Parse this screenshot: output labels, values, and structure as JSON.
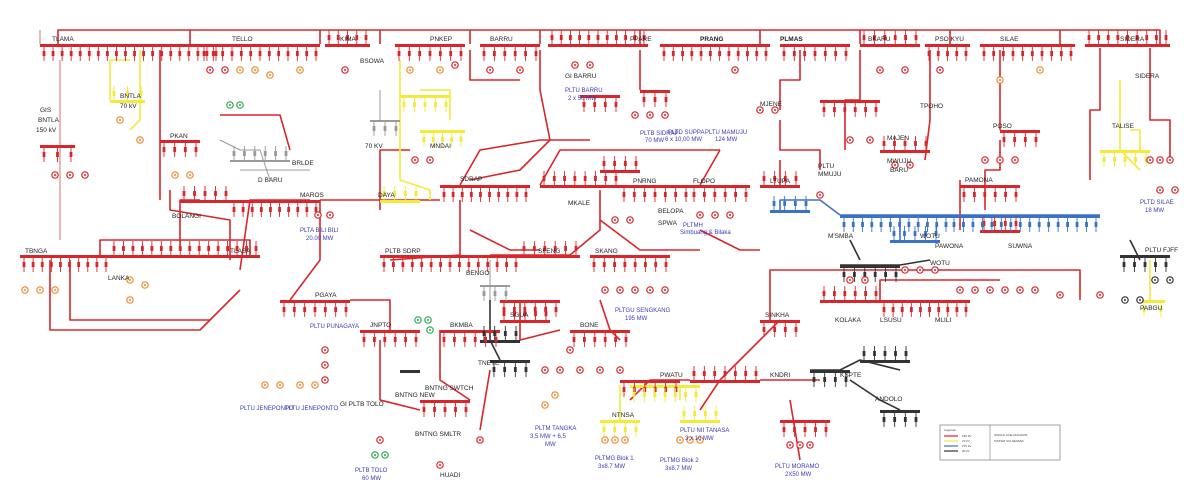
{
  "colors": {
    "red": "#d9262b",
    "pink": "#e9a4a4",
    "yellow": "#f3ea3b",
    "blue": "#3a72c8",
    "black": "#333333",
    "gen_orange": "#f08a2c",
    "gen_green": "#2fa84f",
    "gen_red": "#d9262b",
    "label_blue": "#3a3ab8",
    "grey": "#9a9a9a"
  },
  "bus_labels": {
    "tlama": "TLAMA",
    "tello": "TELLO",
    "kima": "KIMA",
    "pnkep": "PNKEP",
    "barru": "BARRU",
    "ppare": "PPARE",
    "prang": "PRANG",
    "plmas": "PLMAS",
    "bkaru": "BKARU",
    "pso_kyu": "PSO KYU",
    "silae": "SILAE",
    "sidera_top": "SIDERA",
    "sidera": "SIDERA",
    "bsowa": "BSOWA",
    "gi_barru": "GI BARRU",
    "to_kv": "70 KV",
    "gis_bntla": "GIS",
    "bntla_1": "BNTLA",
    "kv150": "150 kV",
    "bntla_2": "BNTLA",
    "kv70": "70 kV",
    "pkan": "PKAN",
    "d_baru": "D BARU",
    "brlde": "BRLDE",
    "mndai": "MNDAI",
    "mjene": "MJENE",
    "tpoho": "TPOHO",
    "majeng": "MAJEN",
    "mwuju": "MWUJU",
    "baru": "BARU",
    "poso": "POSO",
    "talise": "TALISE",
    "pltu_mmju": "PLTU",
    "mmuju": "MMUJU",
    "sdrap": "SDRAP",
    "maros": "MAROS",
    "bolangi": "BOLANGI",
    "daya": "DAYA",
    "pinrang": "PNRNG",
    "mkale": "MKALE",
    "flopo": "FLOPO",
    "ltupa": "LTUPA",
    "pamona": "PAMONA",
    "belopa": "BELOPA",
    "spwa": "SPWA",
    "tbnga": "TBNGA",
    "tlasa": "TLASA",
    "lanka": "LANKA",
    "pgaya": "PGAYA",
    "pltb_sdrp": "PLTB SDRP",
    "sfeng": "SFENG",
    "skang": "SKANG",
    "bengo": "BENGO",
    "mmba": "M'SMBA",
    "wotu": "WOTU",
    "pawona": "PAWONA",
    "suwna": "SUWNA",
    "wotu2": "WOTU",
    "pltu_fjff": "PLTU FJFF",
    "pabgu": "PABGU",
    "jnpto": "JNPTO",
    "bkmba": "BKMBA",
    "sgua": "SGUA",
    "bone": "BONE",
    "bntng_new": "BNTNG NEW",
    "bntng_switch": "BNTNG SWTCH",
    "bntng_smltr": "BNTNG SMLTR",
    "tnete": "TNETE",
    "sinkha": "SINKHA",
    "kolaka": "KOLAKA",
    "lsusu": "LSUSU",
    "mlili": "MLILI",
    "pwatu": "PWATU",
    "ntnsa": "NTNSA",
    "kndri": "KNDRI",
    "kspte": "KSPTE",
    "andolo": "ANDOLO",
    "gi_pltb_tolo": "GI PLTB TOLO",
    "huadi": "HUADI"
  },
  "plant_labels": {
    "pltu_barru": "PLTU BARRU",
    "pltu_barru_cap": "2 x 50 MW",
    "pltb_sidrap_top": "PLTB SIDRAP",
    "pltb_sidrap_cap": "70 MW",
    "pltd_suppa": "PLTD SUPPA",
    "pltd_suppa_cap": "6 x 10,00 MW",
    "pltu_mamuju": "PLTU MAMUJU",
    "pltu_mamuju_cap": "124 MW",
    "plta_bili": "PLTA BILI BILI",
    "plta_bili_cap": "20.00 MW",
    "plto_silae": "PLTD SILAE",
    "plto_silae_cap": "18 MW",
    "pltgu_sengkang": "PLTGU SENGKANG",
    "pltgu_sengkang_cap": "195 MW",
    "pltm": "PLTMH",
    "pltm_cap": "Simbuang & Bilaka",
    "pltb_tolo": "PLTB TOLO",
    "pltb_tolo_cap": "60 MW",
    "pltm_tanaga": "PLTM TANGKA",
    "pltm_tanaga_cap": "3,5 MW + 6,5",
    "pltm_tanaga_cap2": "MW",
    "pltmg_blok1": "PLTMG Blok 1",
    "pltmg_blok1_cap": "3x8.7 MW",
    "pltmg_blok2": "PLTMG Blok 2",
    "pltmg_blok2_cap": "3x8.7 MW",
    "pltu_nii": "PLTU NII TANASA",
    "pltu_nii_cap": "3 x 10 MW",
    "pltu_moramo": "PLTU MORAMO",
    "pltu_moramo_cap": "2X50 MW",
    "pltu_jeneponto": "PLTU JENEPONTO",
    "pltu_jeneponto2": "PLTU JENEPONTO",
    "pltu_punagaya": "PLTU PUNAGAYA"
  },
  "legend": {
    "title": "Legenda",
    "rows": [
      "150 kV",
      "70 kV",
      "275 kV",
      "30 kV"
    ],
    "box_title": "SINGLE LINE DIAGRAM",
    "box_sub": "SISTEM SULSELBAR"
  }
}
